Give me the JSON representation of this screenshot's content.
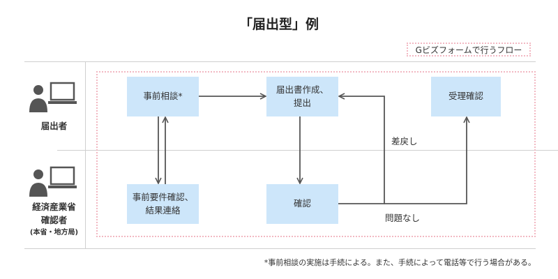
{
  "title": "「届出型」例",
  "legend": "Gビズフォームで行うフロー",
  "actors": {
    "applicant": "届出者",
    "ministry_line1": "経済産業省",
    "ministry_line2": "確認者",
    "ministry_sub": "(本省・地方局)"
  },
  "nodes": {
    "consult": "事前相談*",
    "create_line1": "届出書作成、",
    "create_line2": "提出",
    "accept": "受理確認",
    "req_line1": "事前要件確認、",
    "req_line2": "結果連絡",
    "confirm": "確認"
  },
  "edges": {
    "return": "差戻し",
    "ok": "問題なし"
  },
  "footnote": "*事前相談の実施は手続による。また、手続によって電話等で行う場合がある。",
  "colors": {
    "box_fill": "#cde6fa",
    "arrow": "#555555",
    "dotted_border": "#f2b8c2",
    "divider": "#cfcfcf"
  },
  "icons": [
    "person-with-laptop-icon",
    "person-with-laptop-icon"
  ]
}
